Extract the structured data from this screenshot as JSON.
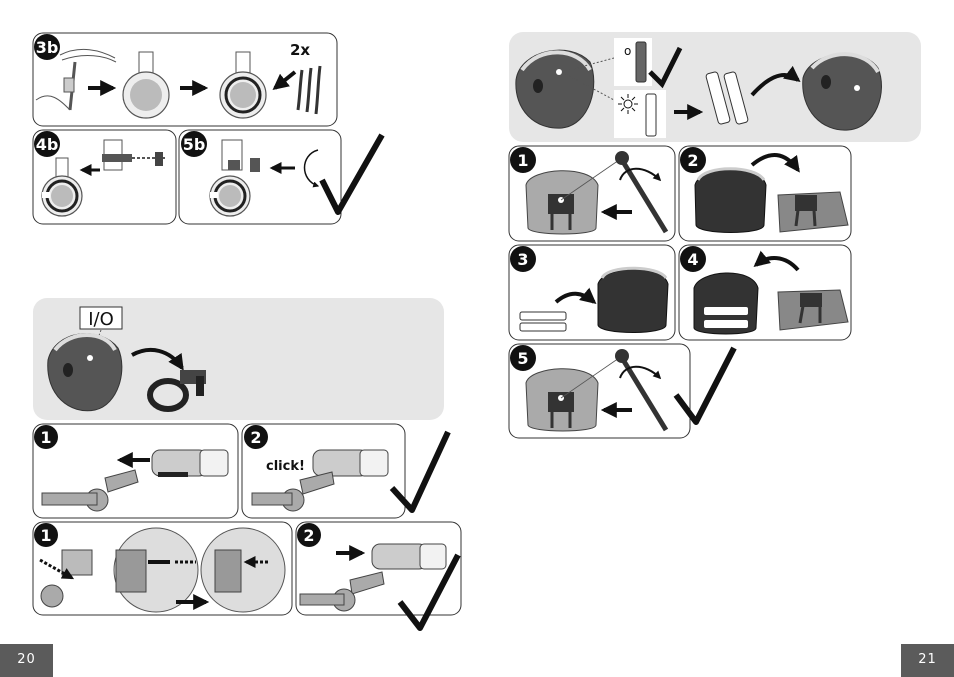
{
  "left_page": {
    "panels": {
      "p3b": {
        "step": "3b",
        "count_label": "2x"
      },
      "p4b": {
        "step": "4b"
      },
      "p5b": {
        "step": "5b"
      }
    },
    "switch_label": "I/O",
    "mount": {
      "step1": "1",
      "step2": "2",
      "click_text": "click!"
    },
    "release": {
      "step1": "1",
      "step2": "2"
    },
    "page_number": "20"
  },
  "right_page": {
    "battery_indicators": {
      "off_symbol": "o"
    },
    "steps": {
      "s1": "1",
      "s2": "2",
      "s3": "3",
      "s4": "4",
      "s5": "5"
    },
    "page_number": "21"
  },
  "colors": {
    "panel_gray": "#e6e6e6",
    "dark": "#555555",
    "mid": "#8a8a8a",
    "light": "#c8c8c8",
    "black": "#111111"
  }
}
